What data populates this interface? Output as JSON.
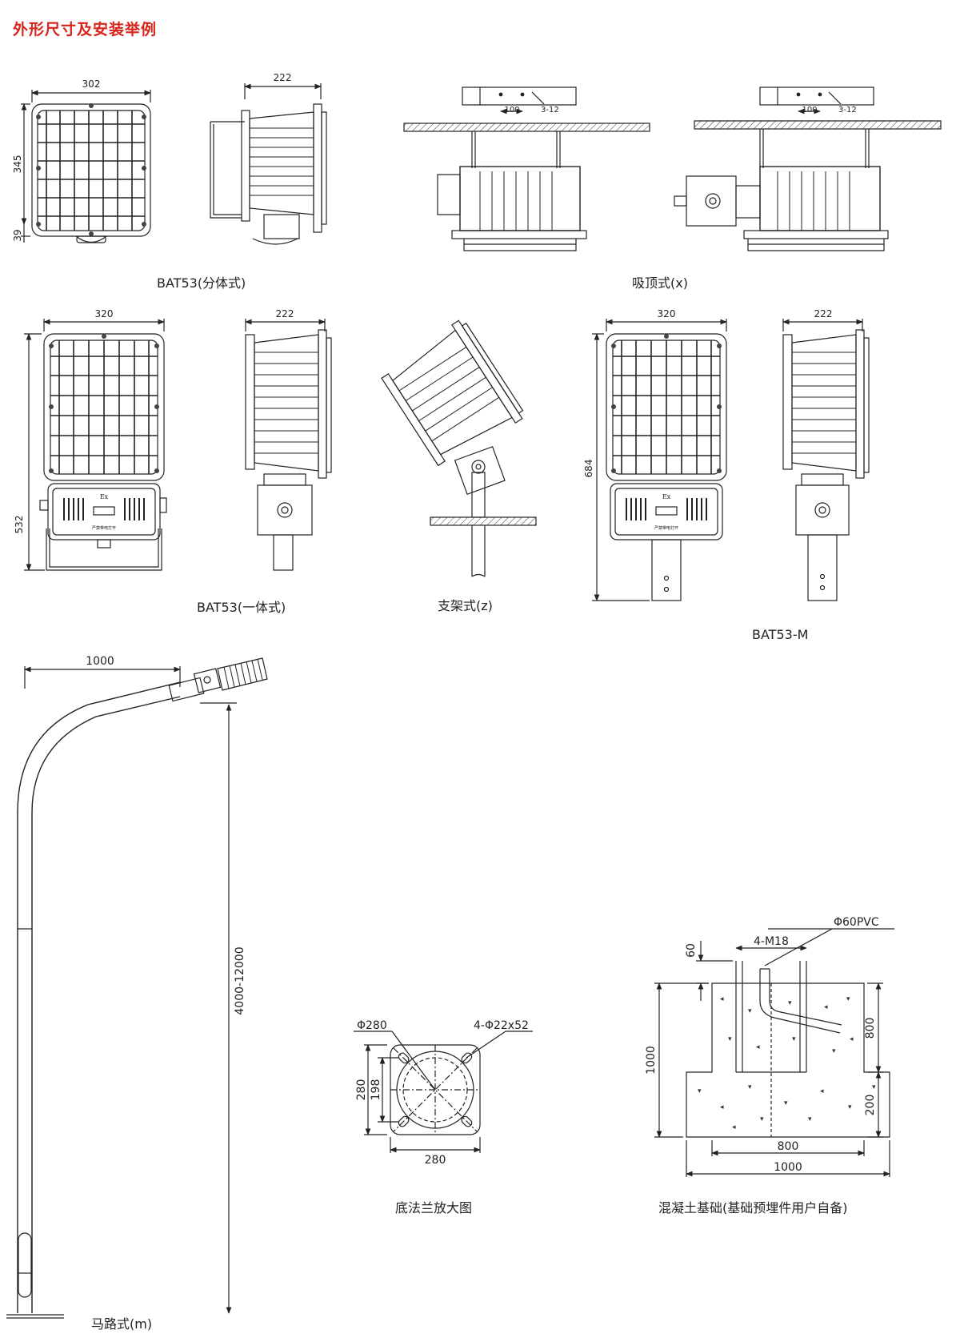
{
  "title": "外形尺寸及安装举例",
  "captions": {
    "bat53_split": "BAT53(分体式)",
    "ceiling": "吸顶式(x)",
    "bat53_integrated": "BAT53(一体式)",
    "bracket": "支架式(z)",
    "bat53_m": "BAT53-M",
    "road": "马路式(m)",
    "flange": "底法兰放大图",
    "foundation": "混凝土基础(基础预埋件用户自备)"
  },
  "dims": {
    "w302": "302",
    "w222a": "222",
    "h345": "345",
    "h39": "39",
    "ceil_100a": "100",
    "ceil_312a": "3-12",
    "ceil_100b": "100",
    "ceil_312b": "3-12",
    "w320a": "320",
    "w222b": "222",
    "h532": "532",
    "w320b": "320",
    "w222c": "222",
    "h684": "684",
    "arm1000": "1000",
    "pole_h": "4000-12000",
    "phi280": "Φ280",
    "holes": "4-Φ22x52",
    "f280v": "280",
    "f198": "198",
    "f280h": "280",
    "d60": "60",
    "m18": "4-M18",
    "pvc": "Φ60PVC",
    "d1000v": "1000",
    "d800v": "800",
    "d200v": "200",
    "d800h": "800",
    "d1000h": "1000"
  },
  "labels": {
    "ex_a": "Ex",
    "warn_a": "严禁带电打开",
    "ex_b": "Ex",
    "warn_b": "严禁带电打开"
  }
}
